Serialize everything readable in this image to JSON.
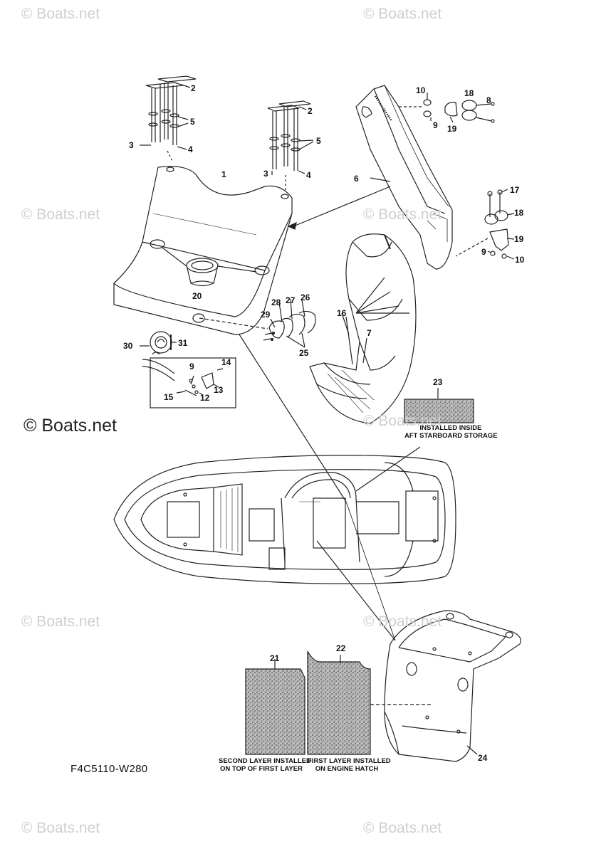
{
  "watermarks": [
    "© Boats.net",
    "© Boats.net",
    "© Boats.net",
    "© Boats.net",
    "© Boats.net",
    "© Boats.net",
    "© Boats.net",
    "© Boats.net",
    "© Boats.net"
  ],
  "watermark_main": "© Boats.net",
  "diagram_code": "F4C5110-W280",
  "captions": {
    "c23": [
      "INSTALLED INSIDE",
      "AFT STARBOARD STORAGE"
    ],
    "c21": [
      "SECOND LAYER INSTALLED",
      "ON TOP OF FIRST LAYER"
    ],
    "c22": [
      "FIRST LAYER INSTALLED",
      "ON ENGINE HATCH"
    ]
  },
  "callouts": [
    "1",
    "2",
    "2",
    "3",
    "3",
    "4",
    "4",
    "5",
    "5",
    "6",
    "7",
    "8",
    "9",
    "9",
    "9",
    "10",
    "10",
    "12",
    "13",
    "14",
    "15",
    "16",
    "17",
    "18",
    "18",
    "19",
    "19",
    "20",
    "21",
    "22",
    "23",
    "24",
    "25",
    "26",
    "27",
    "28",
    "29",
    "30",
    "31"
  ],
  "colors": {
    "line": "#222222",
    "watermark": "#cfcfcf",
    "carpet": "#9a9a9a"
  }
}
